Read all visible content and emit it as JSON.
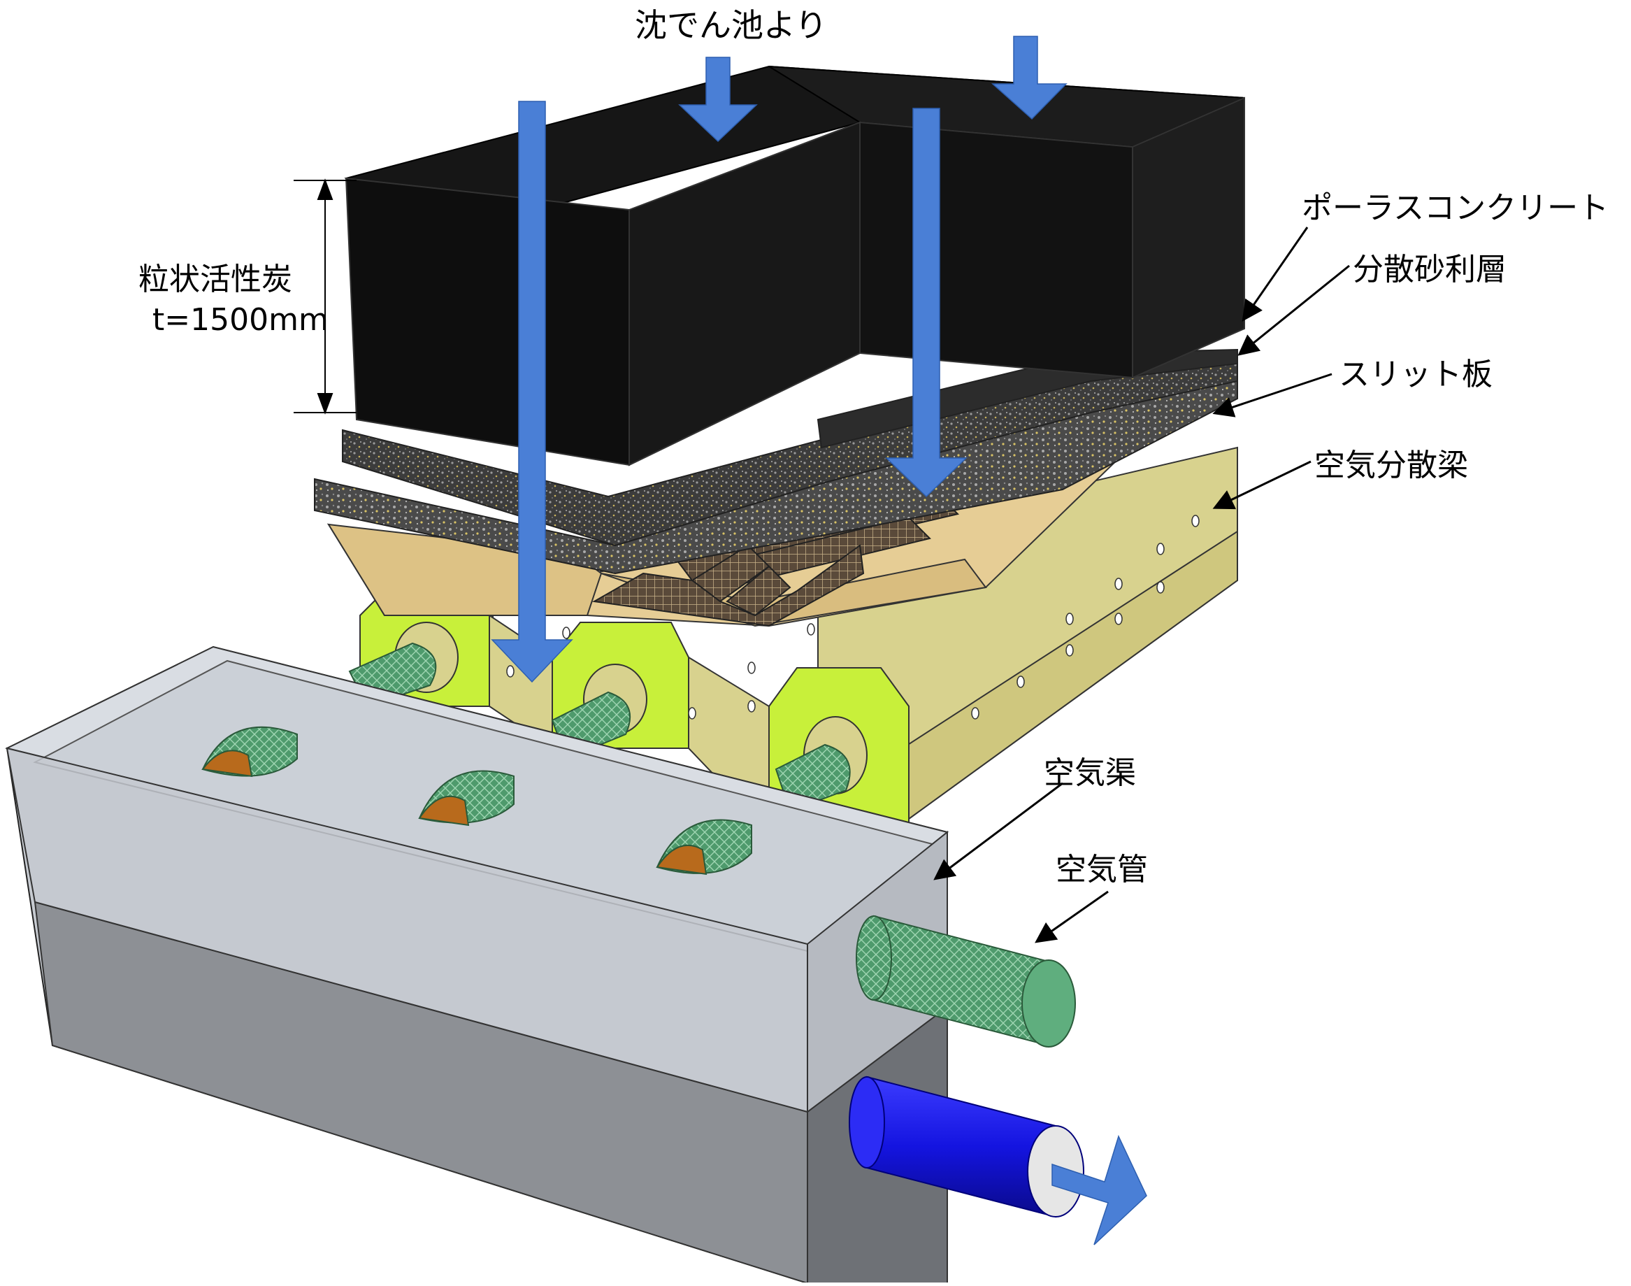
{
  "top_label": "沈でん池より",
  "carbon": {
    "label_line1": "粒状活性炭",
    "label_line2": "t=1500mm"
  },
  "callouts": {
    "porous_concrete": "ポーラスコンクリート",
    "dispersed_gravel": "分散砂利層",
    "slit_plate": "スリット板",
    "air_beam": "空気分散梁",
    "air_channel": "空気渠",
    "air_pipe": "空気管"
  },
  "colors": {
    "flow_arrow": "#4a7fd6",
    "carbon": "#131313",
    "gravel": "#3a3a3a",
    "slit_plate": "#e6cd95",
    "beam": "#d6d08a",
    "beam_ring": "#c8f03a",
    "pipe_green": "#4d9a6b",
    "pipe_blue": "#1a1aee",
    "channel_glass": "#d7dbe1",
    "channel_concrete": "#8d9095"
  }
}
